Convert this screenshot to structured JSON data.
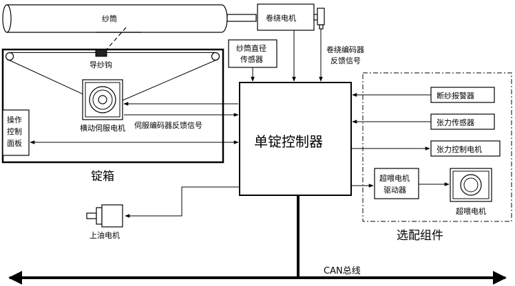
{
  "labels": {
    "bobbin": "纱筒",
    "winding_motor": "卷绕电机",
    "bobbin_diameter_sensor": [
      "纱筒直径",
      "传感器"
    ],
    "winding_encoder_feedback": [
      "卷绕编码器",
      "反馈信号"
    ],
    "yarn_guide_hook": "导纱钩",
    "traverse_servo_motor": "横动伺服电机",
    "servo_encoder_feedback": "伺服编码器反馈信号",
    "operation_panel": [
      "操作",
      "控制",
      "面板"
    ],
    "spindle_box": "锭箱",
    "single_spindle_controller": "单锭控制器",
    "yarn_break_alarm": "断纱报警器",
    "tension_sensor": "张力传感器",
    "tension_control_motor": "张力控制电机",
    "overfeed_motor_driver": [
      "超喂电机",
      "驱动器"
    ],
    "overfeed_motor": "超喂电机",
    "optional_components": "选配组件",
    "oiling_motor": "上油电机",
    "can_bus": "CAN总线"
  }
}
